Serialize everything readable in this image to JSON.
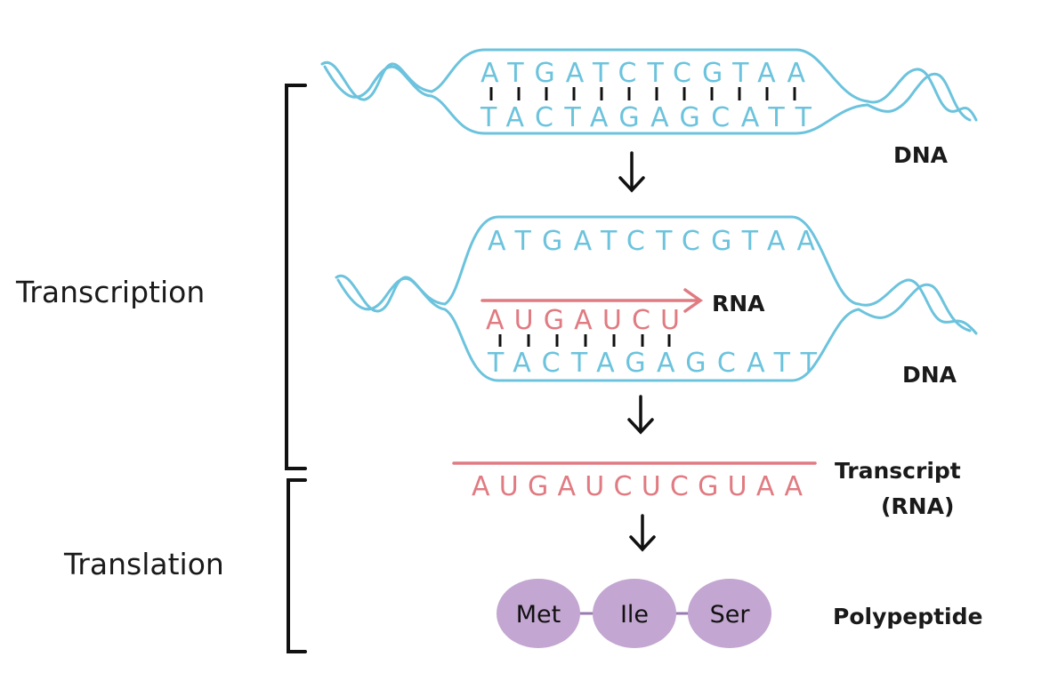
{
  "labels": {
    "transcription": "Transcription",
    "translation": "Translation",
    "dna_top": "DNA",
    "dna_mid": "DNA",
    "rna_arrow": "RNA",
    "transcript": "Transcript",
    "transcript_sub": "(RNA)",
    "polypeptide": "Polypeptide"
  },
  "sequences": {
    "dna_coding": "ATGATCTCGTAA",
    "dna_template": "TACTAGAGCATT",
    "rna_partial": "AUGAUCU",
    "rna_transcript": "AUGAUCUCGUAA"
  },
  "amino_acids": [
    "Met",
    "Ile",
    "Ser"
  ],
  "colors": {
    "dna": "#6cc3dd",
    "rna": "#e07b82",
    "protein": "#c3a6d1",
    "ink": "#1a1a1a"
  }
}
